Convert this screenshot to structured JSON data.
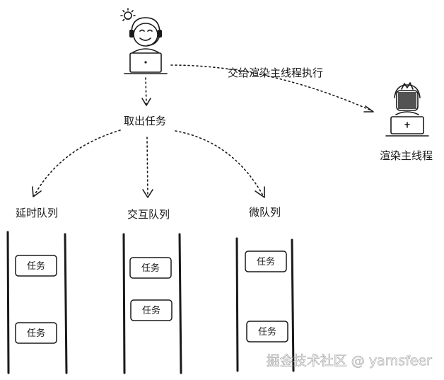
{
  "labels": {
    "take_task": "取出任务",
    "hand_to_main": "交给渲染主线程执行",
    "render_main": "渲染主线程",
    "delay_queue": "延时队列",
    "interact_queue": "交互队列",
    "micro_queue": "微队列"
  },
  "task_label": "任务",
  "queues": [
    {
      "name": "delay_queue",
      "tasks": [
        "任务",
        "任务"
      ]
    },
    {
      "name": "interact_queue",
      "tasks": [
        "任务",
        "任务"
      ]
    },
    {
      "name": "micro_queue",
      "tasks": [
        "任务",
        "任务"
      ]
    }
  ],
  "watermark": "掘金技术社区 @ yamsfeer",
  "colors": {
    "ink": "#1a1a1a",
    "background": "#ffffff"
  },
  "icons": [
    "worker-with-laptop-icon",
    "lightbulb-icon",
    "render-thread-worker-icon"
  ]
}
